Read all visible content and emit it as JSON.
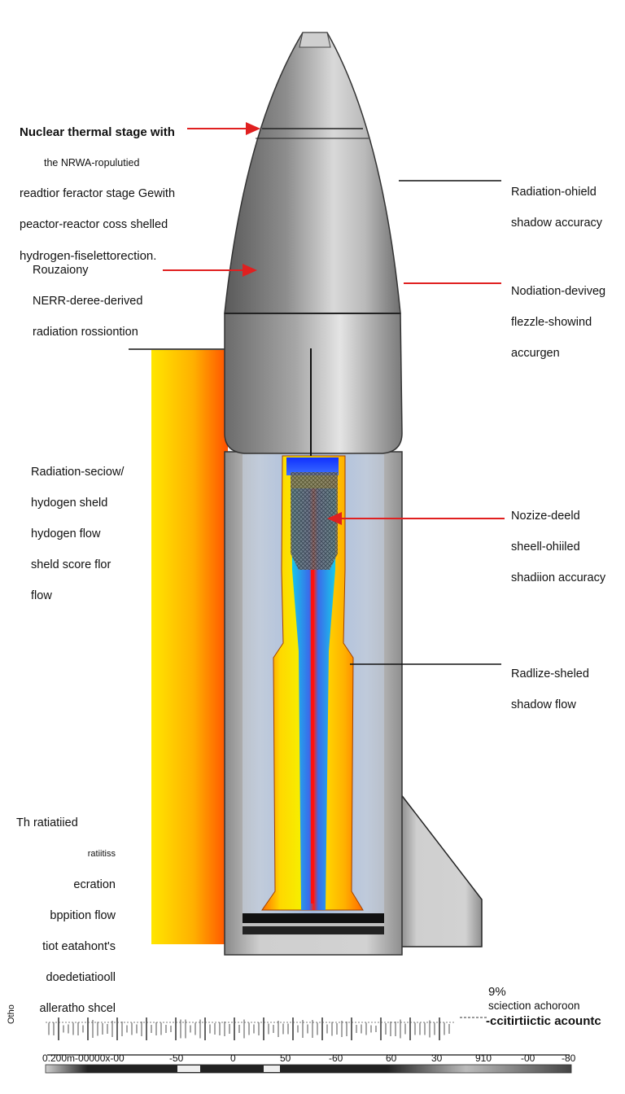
{
  "labels": {
    "top_left": [
      "Nuclear thermal stage with",
      "the NRWA-ropulutied",
      "readtior feractor stage Gewith",
      "peactor-reactor coss shelled",
      "hydrogen-fiselettorection."
    ],
    "mid_left": [
      "Rouzaiony",
      "NERR-deree-derived",
      "radiation  rossiontion"
    ],
    "left_3": [
      "Radiation-seciow/",
      "hydogen sheld",
      "hydogen flow",
      "sheld score flor",
      "flow"
    ],
    "left_4": [
      "Th ratiatiied",
      "ratiitiss",
      "ecration",
      "bppition  flow",
      "tiot eatahont's",
      "doedetiatiooll",
      "alleratho shcel"
    ],
    "right_1": [
      "Radiation-ohield",
      "shadow accuracy"
    ],
    "right_2": [
      "Nodiation-deviveg",
      "flezzle-showind",
      "accurgen"
    ],
    "right_3": [
      "Nozize-deeld",
      "sheell-ohiiled",
      "shadiion accuracy"
    ],
    "right_4": [
      "Radlize-sheled",
      "shadow flow"
    ]
  },
  "scale": {
    "percent": "9%",
    "line1": "sciection achoroon",
    "line2": "-ccitirtiictic acountc",
    "side_label": "Otho",
    "ticks": [
      "0.200m-00000x-00",
      "-50",
      "0",
      "50",
      "-60",
      "60",
      "30",
      "910",
      "-00",
      "-80"
    ]
  },
  "colors": {
    "arrow": "#e02020",
    "metal_dark": "#555555",
    "metal_light": "#d8d8d8",
    "hot_yellow": "#ffe000",
    "hot_orange": "#ff5a00",
    "core_blue": "#2050ff",
    "core_red": "#ff1010"
  }
}
